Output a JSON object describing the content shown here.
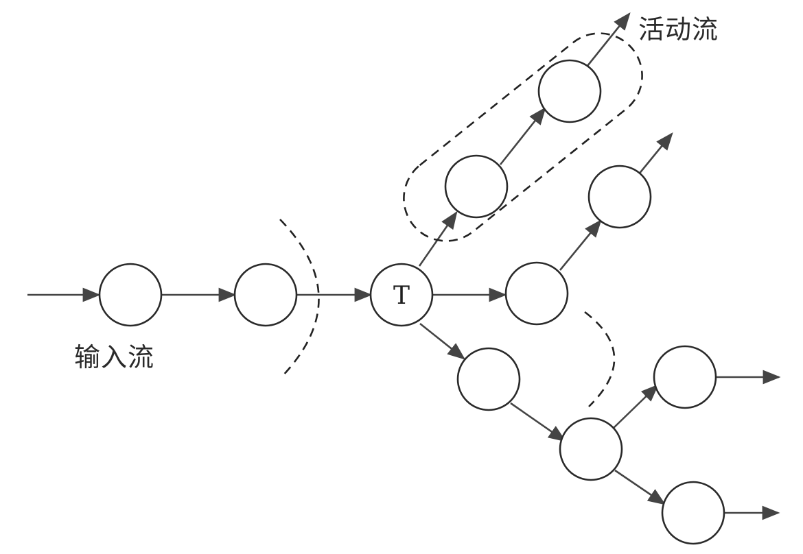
{
  "labels": {
    "input_stream": "输入流",
    "active_stream": "活动流"
  },
  "nodes": {
    "tee": "T"
  },
  "colors": {
    "stroke": "#2a2a2a",
    "arrow": "#444444",
    "background": "#ffffff"
  }
}
